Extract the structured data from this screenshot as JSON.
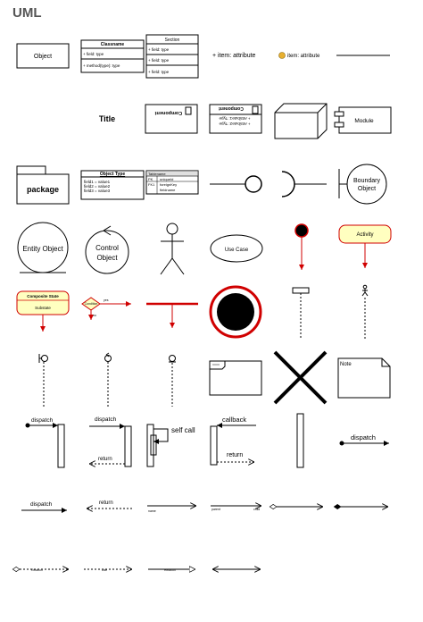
{
  "palette": {
    "title": "UML"
  },
  "shapes": {
    "object": "Object",
    "classname": "Classname",
    "class_field": "+ field: type",
    "class_method": "+ method(type): type",
    "section": "Section",
    "section_field_1": "+ field: type",
    "section_field_2": "+ field: type",
    "section_field_3": "+ field: type",
    "item_attribute": "+ item: attribute",
    "item_attribute_icon": "item: attribute",
    "title": "Title",
    "component": "Component",
    "component_attr_1": "+ Attribute1: Type",
    "component_attr_2": "+ Attribute2: Type",
    "module": "Module",
    "package": "package",
    "object_type": "Object Type",
    "object_type_field_1": "field1 = value1",
    "object_type_field_2": "field2 = value2",
    "object_type_field_3": "field3 = value3",
    "table_header": "Tablename",
    "table_pk": "PK",
    "table_fk": "FK1",
    "table_row_1": "uniqueId",
    "table_row_2": "foreignKey",
    "table_row_3": "fieldname",
    "boundary_object": "Boundary Object",
    "entity_object": "Entity Object",
    "control_object": "Control Object",
    "use_case": "Use Case",
    "activity": "Activity",
    "composite_state": "Composite State",
    "composite_substate": "Substate",
    "condition": "Condition",
    "condition_yes": "yes",
    "condition_no": "no",
    "note": "Note",
    "dispatch_1": "dispatch",
    "dispatch_2": "dispatch",
    "return_2": "return",
    "self_call": "self call",
    "callback": "callback",
    "return_4": "return",
    "dispatch_found": "dispatch",
    "dispatch_msg": "dispatch",
    "return_msg": "return",
    "assoc_name": "name",
    "parent": "parent",
    "child": "child",
    "use": "Use",
    "relation_1": "Relation",
    "relation_2": "Relation"
  }
}
